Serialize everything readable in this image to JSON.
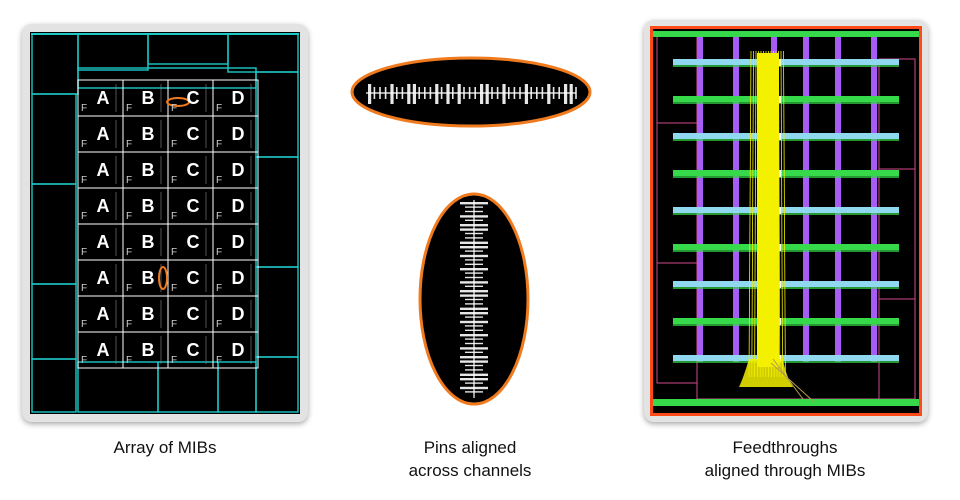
{
  "panels": {
    "left": {
      "caption_lines": [
        "Array of MIBs"
      ]
    },
    "middle": {
      "caption_lines": [
        "Pins aligned",
        "across channels"
      ]
    },
    "right": {
      "caption_lines": [
        "Feedthroughs",
        "aligned through MIBs"
      ]
    }
  },
  "mib_array": {
    "columns": [
      "A",
      "B",
      "C",
      "D"
    ],
    "row_count": 8,
    "pin_marker_label": "F",
    "highlight_cells": [
      {
        "row": 0,
        "col": 2
      },
      {
        "row": 5,
        "col": 1
      }
    ]
  },
  "colors": {
    "frame": "#e3e3e3",
    "screen_background": "#000000",
    "cell_border": "#ffffff",
    "outline_cyan": "#1ec8c8",
    "highlight_orange": "#f07a1e",
    "right_border": "#ff4a1a",
    "feedthrough_yellow": "#f3f000",
    "channel_green": "#35d94a",
    "channel_purple": "#a65cf5",
    "channel_cyan": "#8fd8f0"
  },
  "icons": {
    "left_screen": "mib-array-layout",
    "lens_top": "horizontal-pin-zoom",
    "lens_bottom": "vertical-pin-zoom",
    "right_screen": "feedthrough-routing-layout"
  }
}
